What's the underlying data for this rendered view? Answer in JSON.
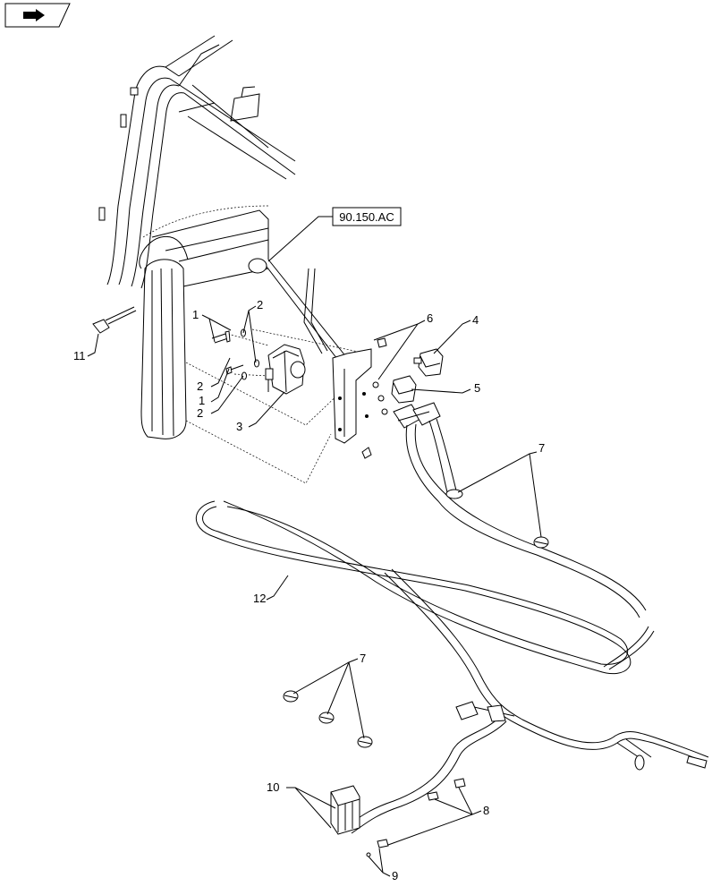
{
  "icon": {
    "name": "catalog-page-icon"
  },
  "reference_box": {
    "label": "90.150.AC"
  },
  "callouts": {
    "c1a": "1",
    "c1b": "1",
    "c2a": "2",
    "c2b": "2",
    "c2c": "2",
    "c3": "3",
    "c4": "4",
    "c5": "5",
    "c6": "6",
    "c7a": "7",
    "c7b": "7",
    "c8": "8",
    "c9": "9",
    "c10": "10",
    "c11": "11",
    "c12": "12"
  }
}
